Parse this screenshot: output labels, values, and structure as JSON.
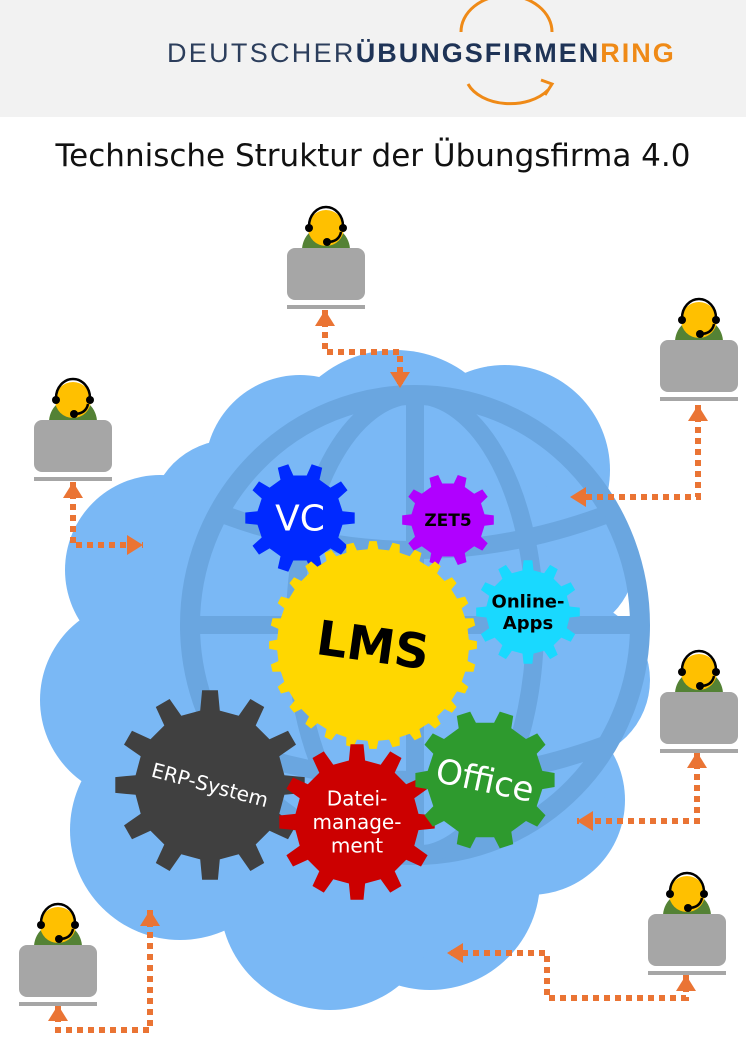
{
  "header": {
    "logo": {
      "part1": "DEUTSCHER",
      "part2": "ÜBUNGSFIRMEN",
      "part3": "RING",
      "colors": {
        "part1": "#2c3e5c",
        "part2": "#1e3356",
        "ring": "#ef8a17"
      }
    }
  },
  "title": "Technische Struktur der Übungsfirma 4.0",
  "colors": {
    "cloud": "#7ab8f5",
    "globe": "#6aa6e0",
    "arrow": "#ea7434",
    "person_head": "#ffc000",
    "person_body": "#548235",
    "laptop": "#a6a6a6"
  },
  "gears": [
    {
      "id": "vc",
      "label": "VC",
      "color": "#0029ff",
      "text_color": "#ffffff"
    },
    {
      "id": "zet5",
      "label": "ZET5",
      "color": "#b000ff",
      "text_color": "#000000"
    },
    {
      "id": "lms",
      "label": "LMS",
      "color": "#ffd700",
      "text_color": "#000000"
    },
    {
      "id": "online-apps",
      "label_lines": [
        "Online-",
        "Apps"
      ],
      "color": "#19d9ff",
      "text_color": "#000000"
    },
    {
      "id": "erp",
      "label": "ERP-System",
      "color": "#404040",
      "text_color": "#ffffff"
    },
    {
      "id": "dateimanagement",
      "label_lines": [
        "Datei-",
        "manage-",
        "ment"
      ],
      "color": "#cc0000",
      "text_color": "#ffffff"
    },
    {
      "id": "office",
      "label": "Office",
      "color": "#2e9a2e",
      "text_color": "#ffffff"
    }
  ],
  "participants": [
    {
      "id": "top",
      "icon": "headset-user-icon"
    },
    {
      "id": "right-top",
      "icon": "headset-user-icon"
    },
    {
      "id": "left-top",
      "icon": "headset-user-icon"
    },
    {
      "id": "right-middle",
      "icon": "headset-user-icon"
    },
    {
      "id": "right-bottom",
      "icon": "headset-user-icon"
    },
    {
      "id": "left-bottom",
      "icon": "headset-user-icon"
    }
  ]
}
